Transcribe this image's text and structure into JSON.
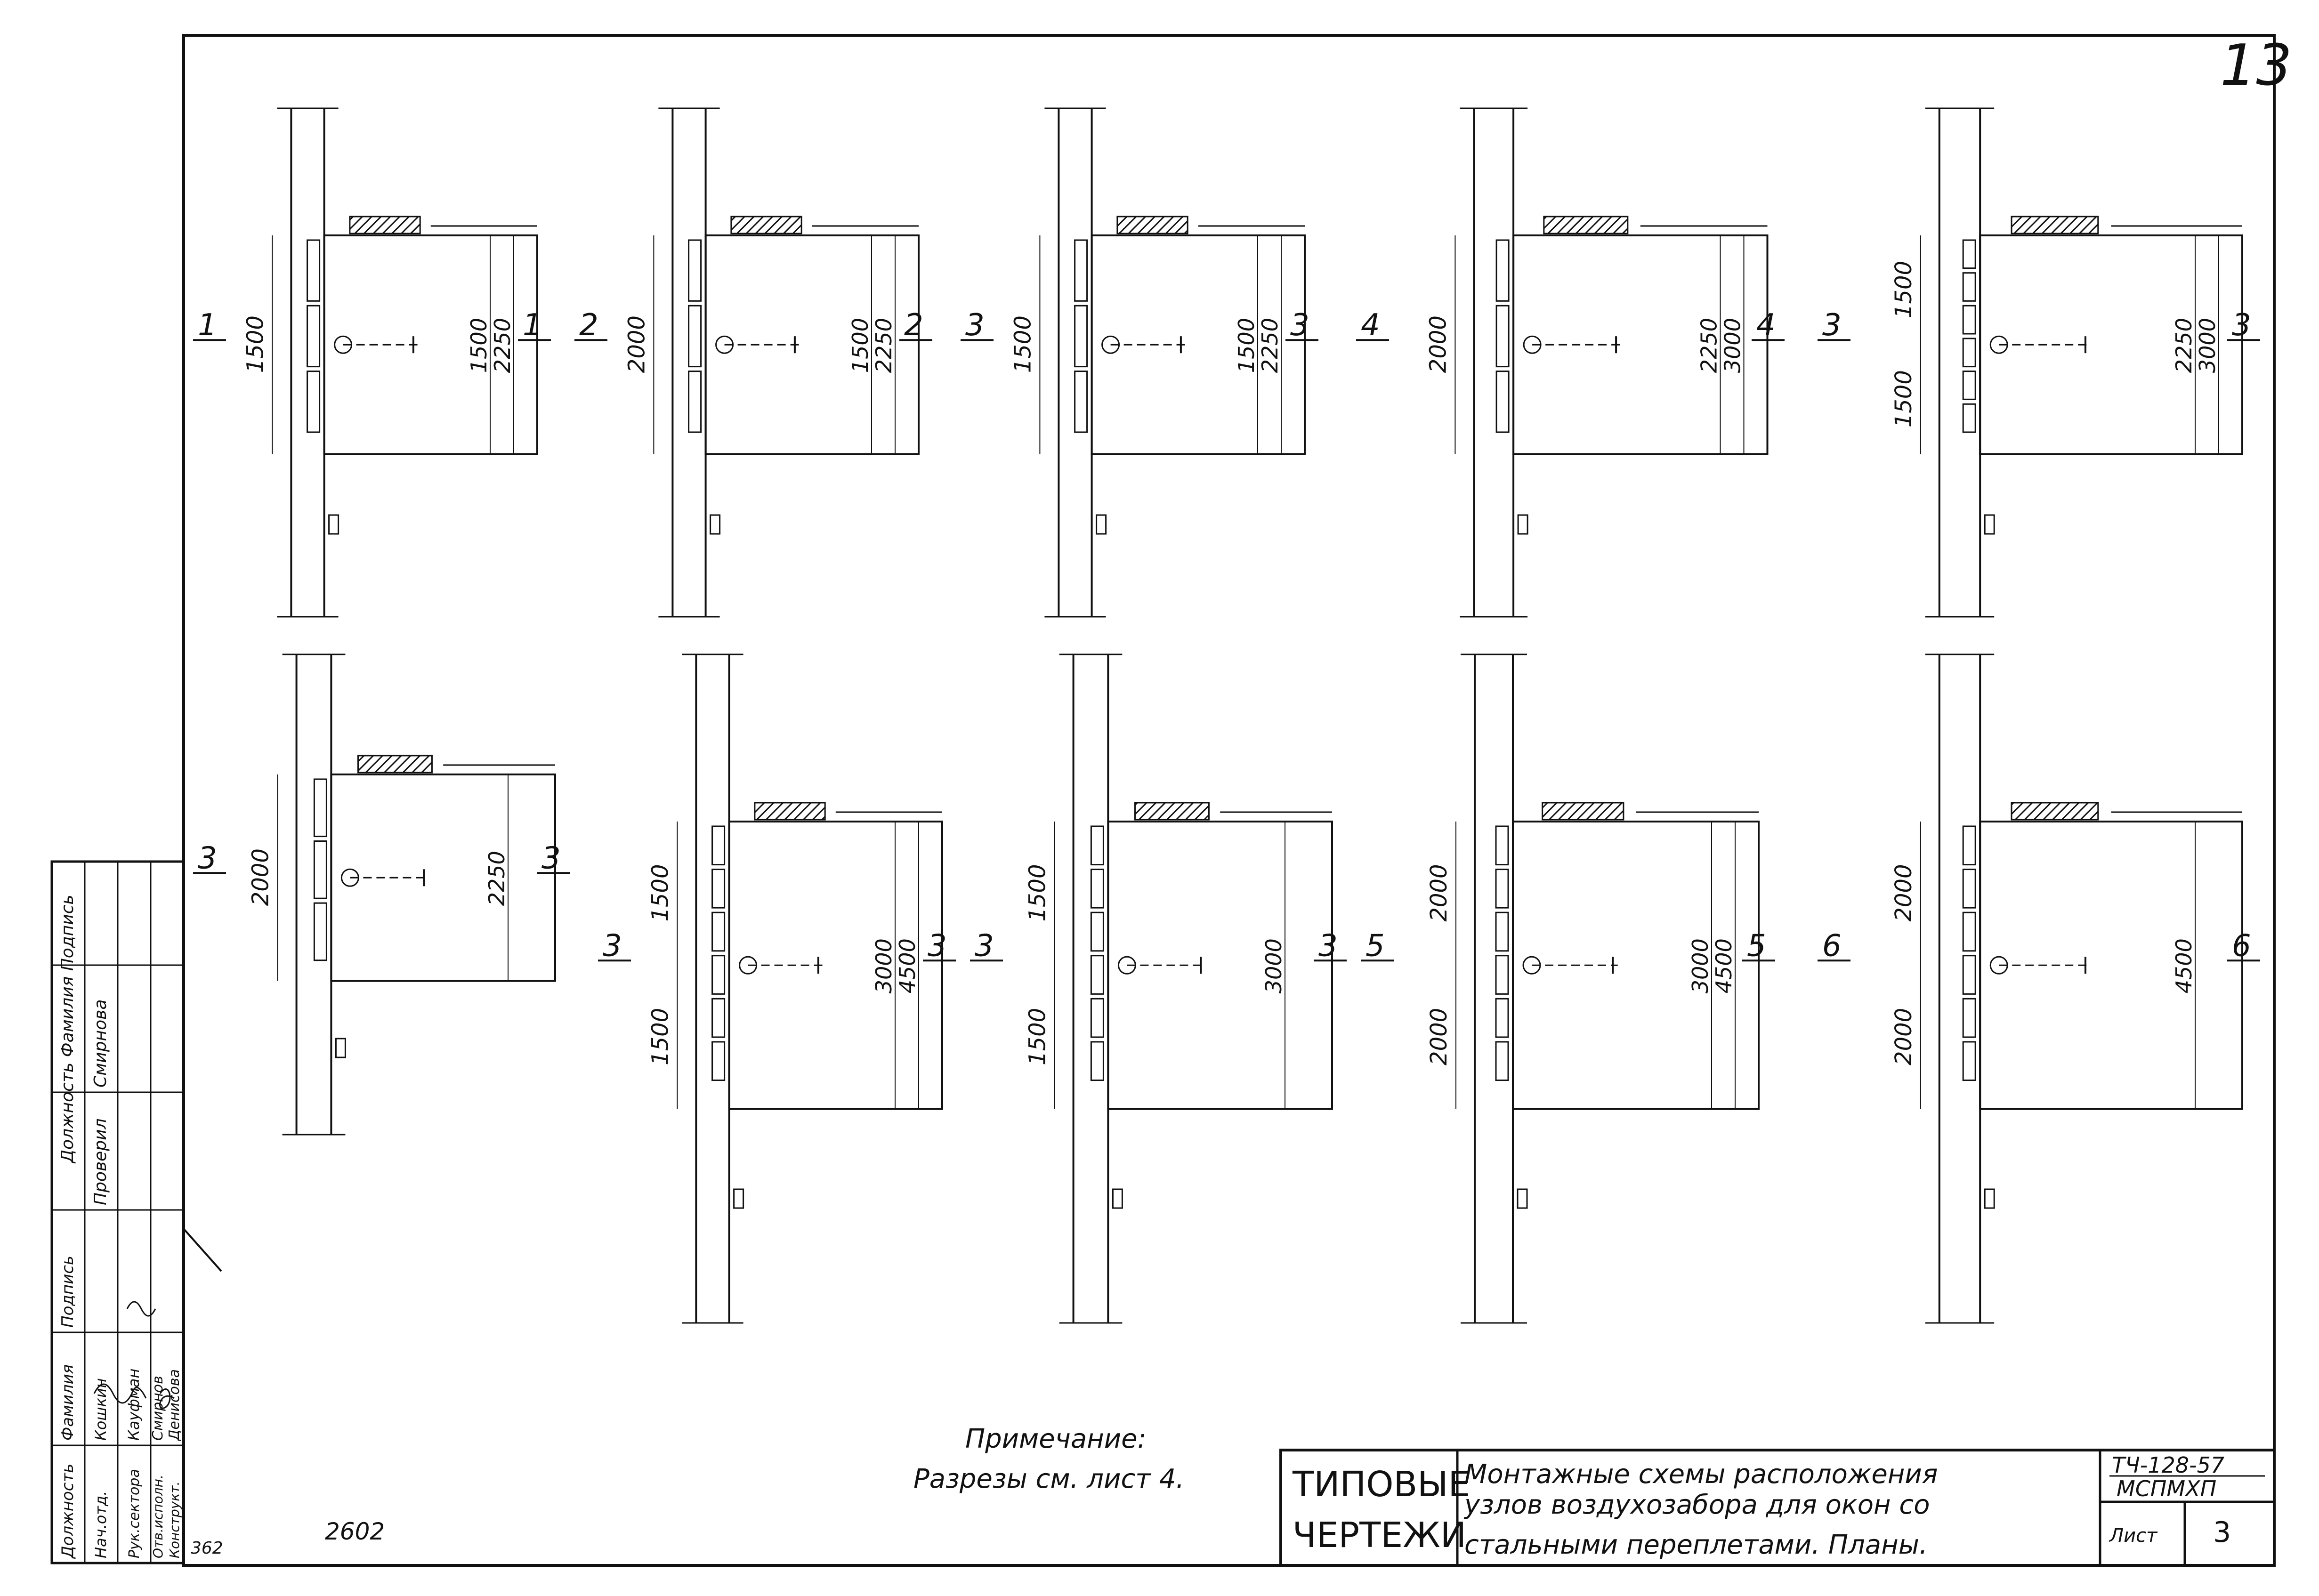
{
  "sheet": {
    "page_number": "13",
    "note_label": "Примечание:",
    "note_text": "Разрезы см. лист 4.",
    "archive_number": "2602",
    "corner_number": "362"
  },
  "title_block": {
    "series_name_line1": "ТИПОВЫЕ",
    "series_name_line2": "ЧЕРТЕЖИ",
    "title_line1": "Монтажные схемы расположения",
    "title_line2": "узлов воздухозабора для окон со",
    "title_line3": "стальными переплетами. Планы.",
    "code_line1": "ТЧ-128-57",
    "code_line2": "МСПМХП",
    "sheet_label": "Лист",
    "sheet_number": "3"
  },
  "signature_table": {
    "headers": [
      "Должность",
      "Фамилия",
      "Подпись"
    ],
    "rows": [
      [
        "Нач.отд.",
        "Кошкин",
        ""
      ],
      [
        "Рук.сектора",
        "Кауфман",
        ""
      ],
      [
        "Отв.исполн.",
        "Смирнов",
        ""
      ],
      [
        "Конструкт.",
        "Денисова",
        ""
      ]
    ],
    "approval_header": "Должность Фамилия Подпись",
    "approval_role": "Проверил",
    "approval_name": "Смирнова"
  },
  "diagrams": [
    {
      "id": "d1",
      "marks": [
        "1",
        "1"
      ],
      "dims_left": [
        "1500"
      ],
      "dims_right": [
        "1500",
        "2250"
      ]
    },
    {
      "id": "d2",
      "marks": [
        "2",
        "2"
      ],
      "dims_left": [
        "2000"
      ],
      "dims_right": [
        "1500",
        "2250"
      ]
    },
    {
      "id": "d3",
      "marks": [
        "3",
        "3"
      ],
      "dims_left": [
        "1500"
      ],
      "dims_right": [
        "1500",
        "2250"
      ]
    },
    {
      "id": "d4",
      "marks": [
        "4",
        "4"
      ],
      "dims_left": [
        "2000"
      ],
      "dims_right": [
        "2250",
        "3000"
      ]
    },
    {
      "id": "d5",
      "marks": [
        "3",
        "3"
      ],
      "dims_left": [
        "1500",
        "1500"
      ],
      "dims_right": [
        "2250",
        "3000"
      ]
    },
    {
      "id": "d6",
      "marks": [
        "3",
        "3"
      ],
      "dims_left": [
        "2000"
      ],
      "dims_right": [
        "2250"
      ]
    },
    {
      "id": "d7",
      "marks": [
        "3",
        "3"
      ],
      "dims_left": [
        "1500",
        "1500"
      ],
      "dims_right": [
        "3000",
        "4500"
      ]
    },
    {
      "id": "d8",
      "marks": [
        "3",
        "3"
      ],
      "dims_left": [
        "1500",
        "1500"
      ],
      "dims_right": [
        "3000"
      ]
    },
    {
      "id": "d9",
      "marks": [
        "5",
        "5"
      ],
      "dims_left": [
        "2000",
        "2000"
      ],
      "dims_right": [
        "3000",
        "4500"
      ]
    },
    {
      "id": "d10",
      "marks": [
        "6",
        "6"
      ],
      "dims_left": [
        "2000",
        "2000"
      ],
      "dims_right": [
        "4500"
      ]
    }
  ]
}
